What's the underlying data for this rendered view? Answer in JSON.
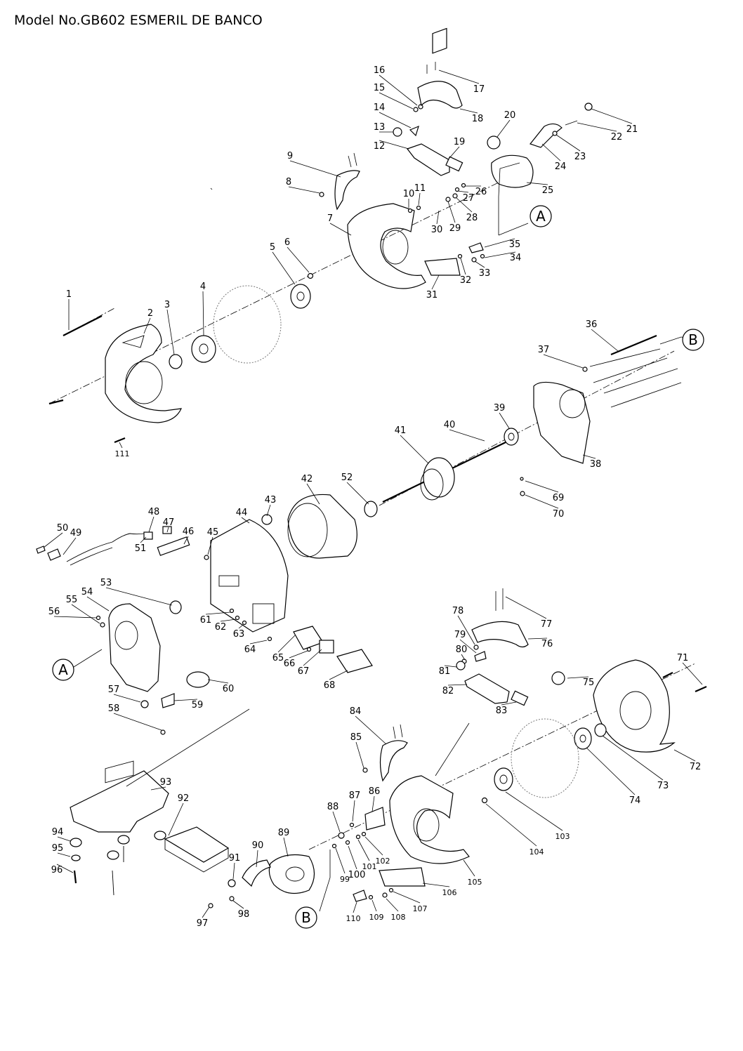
{
  "title": "Model No.GB602 ESMERIL DE BANCO",
  "callouts": [
    {
      "id": "1",
      "label": "1"
    },
    {
      "id": "2",
      "label": "2"
    },
    {
      "id": "3",
      "label": "3"
    },
    {
      "id": "4",
      "label": "4"
    },
    {
      "id": "5",
      "label": "5"
    },
    {
      "id": "6",
      "label": "6"
    },
    {
      "id": "7",
      "label": "7"
    },
    {
      "id": "8",
      "label": "8"
    },
    {
      "id": "9",
      "label": "9"
    },
    {
      "id": "10",
      "label": "10"
    },
    {
      "id": "11",
      "label": "11"
    },
    {
      "id": "12",
      "label": "12"
    },
    {
      "id": "13",
      "label": "13"
    },
    {
      "id": "14",
      "label": "14"
    },
    {
      "id": "15",
      "label": "15"
    },
    {
      "id": "16",
      "label": "16"
    },
    {
      "id": "17",
      "label": "17"
    },
    {
      "id": "18",
      "label": "18"
    },
    {
      "id": "19",
      "label": "19"
    },
    {
      "id": "20",
      "label": "20"
    },
    {
      "id": "21",
      "label": "21"
    },
    {
      "id": "22",
      "label": "22"
    },
    {
      "id": "23",
      "label": "23"
    },
    {
      "id": "24",
      "label": "24"
    },
    {
      "id": "25",
      "label": "25"
    },
    {
      "id": "26",
      "label": "26"
    },
    {
      "id": "27",
      "label": "27"
    },
    {
      "id": "28",
      "label": "28"
    },
    {
      "id": "29",
      "label": "29"
    },
    {
      "id": "30",
      "label": "30"
    },
    {
      "id": "31",
      "label": "31"
    },
    {
      "id": "32",
      "label": "32"
    },
    {
      "id": "33",
      "label": "33"
    },
    {
      "id": "34",
      "label": "34"
    },
    {
      "id": "35",
      "label": "35"
    },
    {
      "id": "36",
      "label": "36"
    },
    {
      "id": "37",
      "label": "37"
    },
    {
      "id": "38",
      "label": "38"
    },
    {
      "id": "39",
      "label": "39"
    },
    {
      "id": "40",
      "label": "40"
    },
    {
      "id": "41",
      "label": "41"
    },
    {
      "id": "42",
      "label": "42"
    },
    {
      "id": "43",
      "label": "43"
    },
    {
      "id": "44",
      "label": "44"
    },
    {
      "id": "45",
      "label": "45"
    },
    {
      "id": "46",
      "label": "46"
    },
    {
      "id": "47",
      "label": "47"
    },
    {
      "id": "48",
      "label": "48"
    },
    {
      "id": "49",
      "label": "49"
    },
    {
      "id": "50",
      "label": "50"
    },
    {
      "id": "51",
      "label": "51"
    },
    {
      "id": "52",
      "label": "52"
    },
    {
      "id": "53",
      "label": "53"
    },
    {
      "id": "54",
      "label": "54"
    },
    {
      "id": "55",
      "label": "55"
    },
    {
      "id": "56",
      "label": "56"
    },
    {
      "id": "57",
      "label": "57"
    },
    {
      "id": "58",
      "label": "58"
    },
    {
      "id": "59",
      "label": "59"
    },
    {
      "id": "60",
      "label": "60"
    },
    {
      "id": "61",
      "label": "61"
    },
    {
      "id": "62",
      "label": "62"
    },
    {
      "id": "63",
      "label": "63"
    },
    {
      "id": "64",
      "label": "64"
    },
    {
      "id": "65",
      "label": "65"
    },
    {
      "id": "66",
      "label": "66"
    },
    {
      "id": "67",
      "label": "67"
    },
    {
      "id": "68",
      "label": "68"
    },
    {
      "id": "69",
      "label": "69"
    },
    {
      "id": "70",
      "label": "70"
    },
    {
      "id": "71",
      "label": "71"
    },
    {
      "id": "72",
      "label": "72"
    },
    {
      "id": "73",
      "label": "73"
    },
    {
      "id": "74",
      "label": "74"
    },
    {
      "id": "75",
      "label": "75"
    },
    {
      "id": "76",
      "label": "76"
    },
    {
      "id": "77",
      "label": "77"
    },
    {
      "id": "78",
      "label": "78"
    },
    {
      "id": "79",
      "label": "79"
    },
    {
      "id": "80",
      "label": "80"
    },
    {
      "id": "81",
      "label": "81"
    },
    {
      "id": "82",
      "label": "82"
    },
    {
      "id": "83",
      "label": "83"
    },
    {
      "id": "84",
      "label": "84"
    },
    {
      "id": "85",
      "label": "85"
    },
    {
      "id": "86",
      "label": "86"
    },
    {
      "id": "87",
      "label": "87"
    },
    {
      "id": "88",
      "label": "88"
    },
    {
      "id": "89",
      "label": "89"
    },
    {
      "id": "90",
      "label": "90"
    },
    {
      "id": "91",
      "label": "91"
    },
    {
      "id": "92",
      "label": "92"
    },
    {
      "id": "93",
      "label": "93"
    },
    {
      "id": "94",
      "label": "94"
    },
    {
      "id": "95",
      "label": "95"
    },
    {
      "id": "96",
      "label": "96"
    },
    {
      "id": "97",
      "label": "97"
    },
    {
      "id": "98",
      "label": "98"
    },
    {
      "id": "99",
      "label": "99"
    },
    {
      "id": "100",
      "label": "100"
    },
    {
      "id": "101",
      "label": "101"
    },
    {
      "id": "102",
      "label": "102"
    },
    {
      "id": "103",
      "label": "103"
    },
    {
      "id": "104",
      "label": "104"
    },
    {
      "id": "105",
      "label": "105"
    },
    {
      "id": "106",
      "label": "106"
    },
    {
      "id": "107",
      "label": "107"
    },
    {
      "id": "108",
      "label": "108"
    },
    {
      "id": "109",
      "label": "109"
    },
    {
      "id": "110",
      "label": "110"
    },
    {
      "id": "111",
      "label": "111"
    }
  ],
  "references": [
    {
      "id": "A-top",
      "label": "A"
    },
    {
      "id": "B-top",
      "label": "B"
    },
    {
      "id": "A-left",
      "label": "A"
    },
    {
      "id": "B-bottom",
      "label": "B"
    }
  ]
}
